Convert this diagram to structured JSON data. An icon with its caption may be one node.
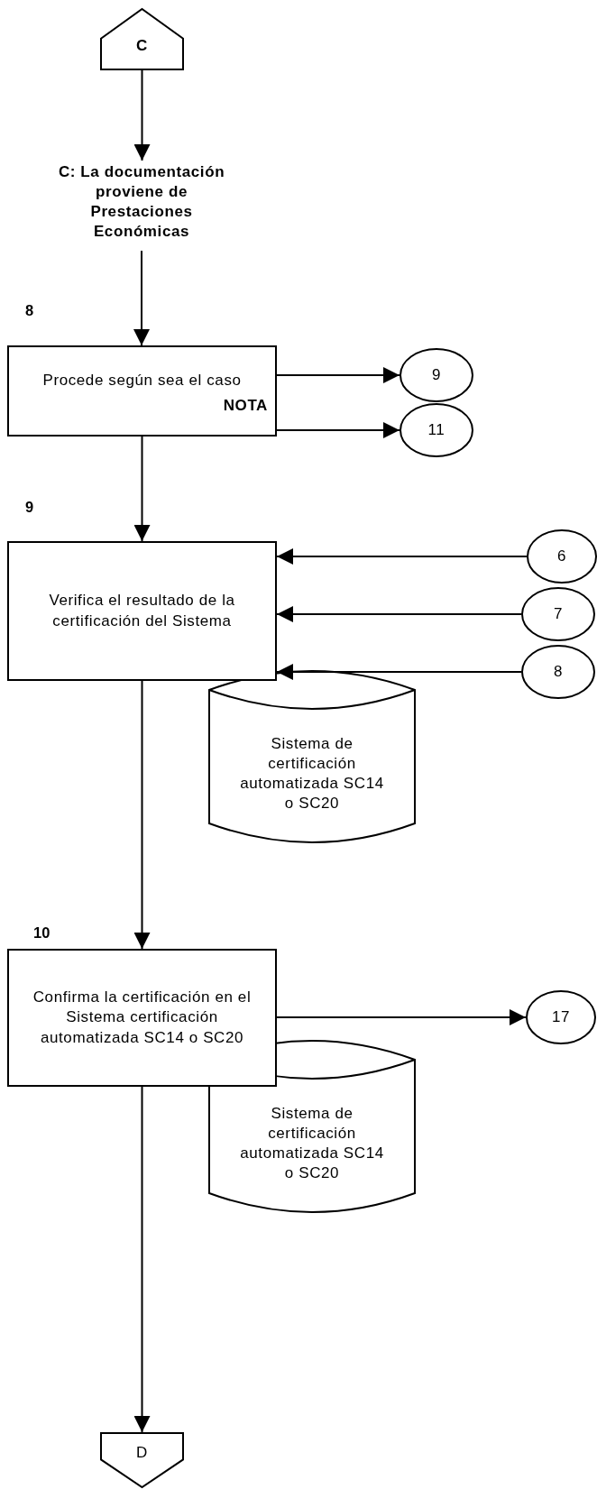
{
  "diagram": {
    "nodes": [
      {
        "text": [
          "C"
        ]
      },
      {
        "text": [
          "C: La documentación proviene de Prestaciones Económicas"
        ]
      },
      {
        "text": [
          "Procede según sea el caso",
          "NOTA"
        ]
      },
      {
        "text": [
          "9"
        ]
      },
      {
        "text": [
          "11"
        ]
      },
      {
        "text": [
          "Verifica el resultado de la certificación del Sistema"
        ]
      },
      {
        "text": [
          "6"
        ]
      },
      {
        "text": [
          "7"
        ]
      },
      {
        "text": [
          "8"
        ]
      },
      {
        "text": [
          "Sistema de certificación automatizada SC14 o SC20"
        ]
      },
      {
        "text": [
          "Confirma la certificación en el Sistema certificación automatizada SC14 o SC20"
        ]
      },
      {
        "text": [
          "Sistema de certificación automatizada SC14 o SC20"
        ]
      },
      {
        "text": [
          "17"
        ]
      },
      {
        "text": [
          "D"
        ]
      }
    ],
    "edges": [
      {
        "from": 0,
        "to": 1,
        "arrow": "to"
      },
      {
        "from": 1,
        "to": 2,
        "arrow": "to"
      },
      {
        "from": 2,
        "to": 3,
        "arrow": "to"
      },
      {
        "from": 2,
        "to": 4,
        "arrow": "to"
      },
      {
        "from": 2,
        "to": 5,
        "arrow": "to"
      },
      {
        "from": 6,
        "to": 5,
        "arrow": "to"
      },
      {
        "from": 7,
        "to": 5,
        "arrow": "to"
      },
      {
        "from": 8,
        "to": 5,
        "arrow": "to"
      },
      {
        "from": 5,
        "to": 10,
        "arrow": "to"
      },
      {
        "from": 10,
        "to": 12,
        "arrow": "to"
      },
      {
        "from": 10,
        "to": 13,
        "arrow": "to"
      }
    ],
    "labels": [
      "8",
      "9",
      "10"
    ]
  }
}
